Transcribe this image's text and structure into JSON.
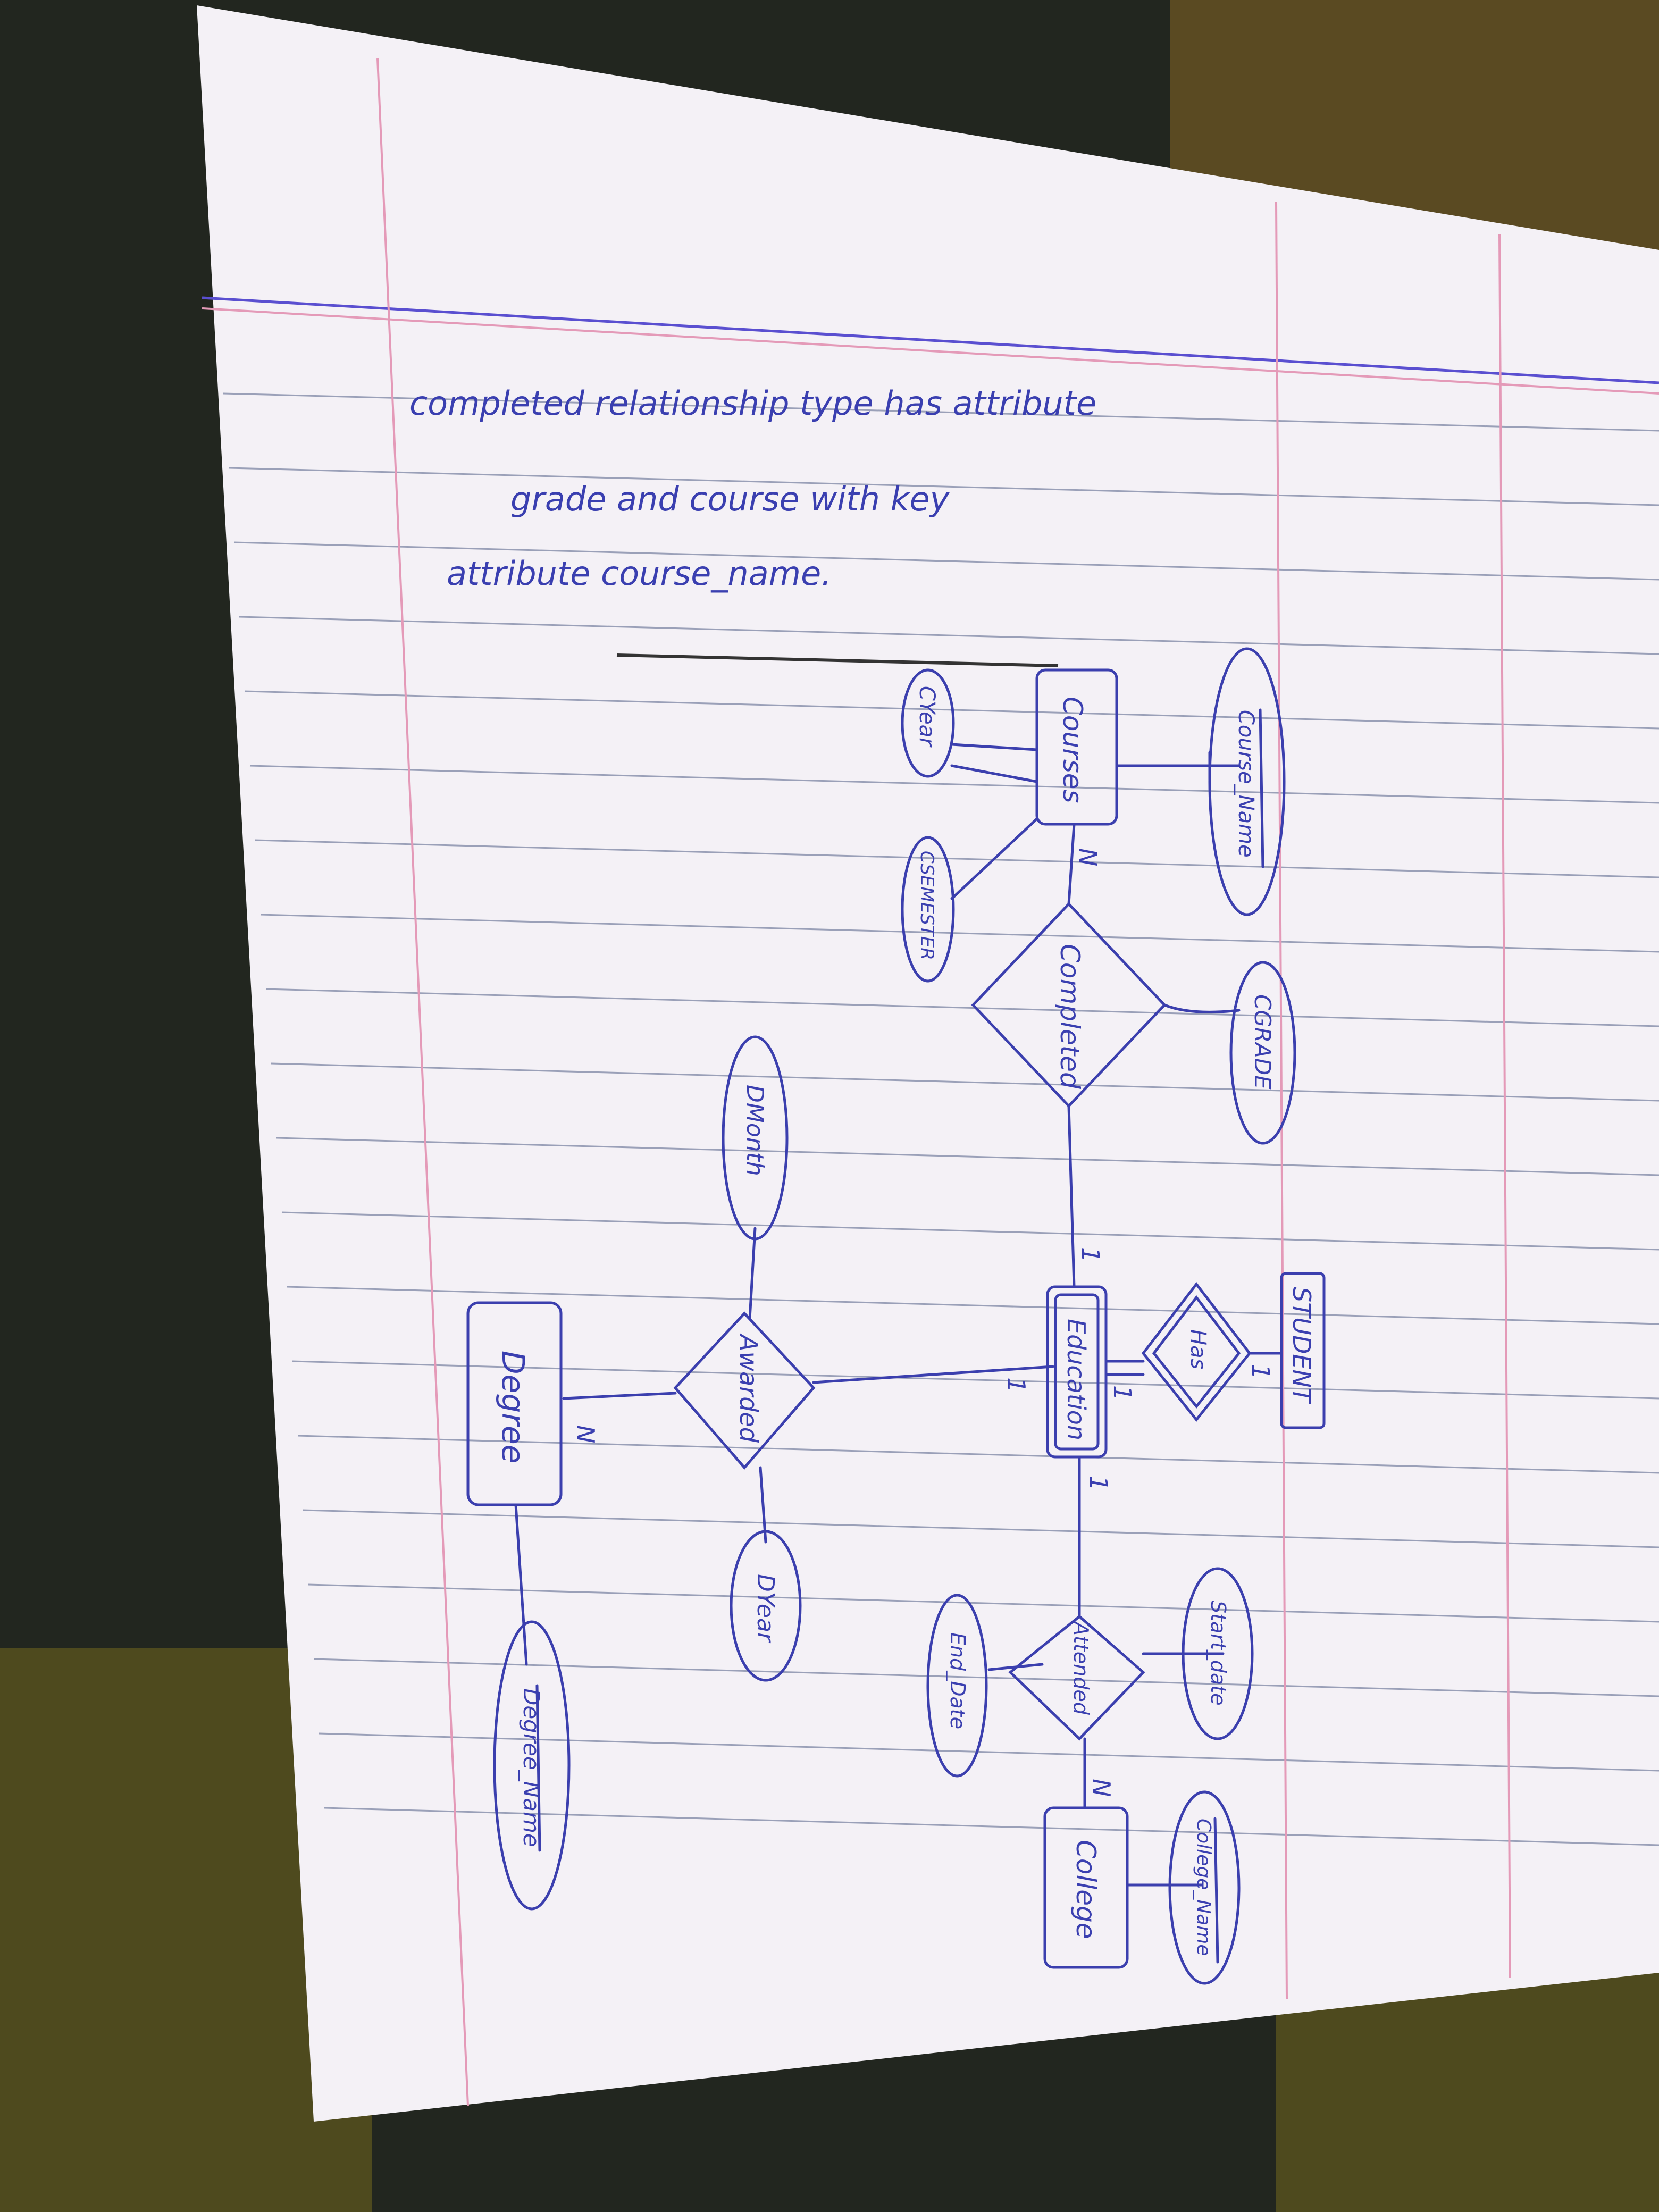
{
  "note": {
    "line1": "completed relationship type has attribute",
    "line2": "grade and course with key",
    "line3": "attribute course_name."
  },
  "entities": {
    "courses": "Courses",
    "student": "STUDENT",
    "education": "Education",
    "degree": "Degree",
    "college": "College"
  },
  "relationships": {
    "completed": "Completed",
    "has": "Has",
    "awarded": "Awarded",
    "attended": "Attended"
  },
  "attributes": {
    "course_name": "Course_Name",
    "cyear": "CYear",
    "csemester": "CSEMESTER",
    "cgrade": "CGRADE",
    "dmonth": "DMonth",
    "dyear": "DYear",
    "start_date": "Start_date",
    "end_date": "End_Date",
    "college_name": "College_Name",
    "degree_name": "Degree_Name"
  },
  "cardinalities": {
    "courses_completed": "N",
    "completed_education": "1",
    "has_student": "1",
    "has_education": "1",
    "education_awarded": "1",
    "education_attended": "1",
    "attended_college": "N",
    "awarded_degree": "N"
  },
  "colors": {
    "ink": "#3b3fae",
    "paper": "#f4f1f6",
    "rule": "#9aa0b8",
    "margin": "#e49ab8"
  }
}
